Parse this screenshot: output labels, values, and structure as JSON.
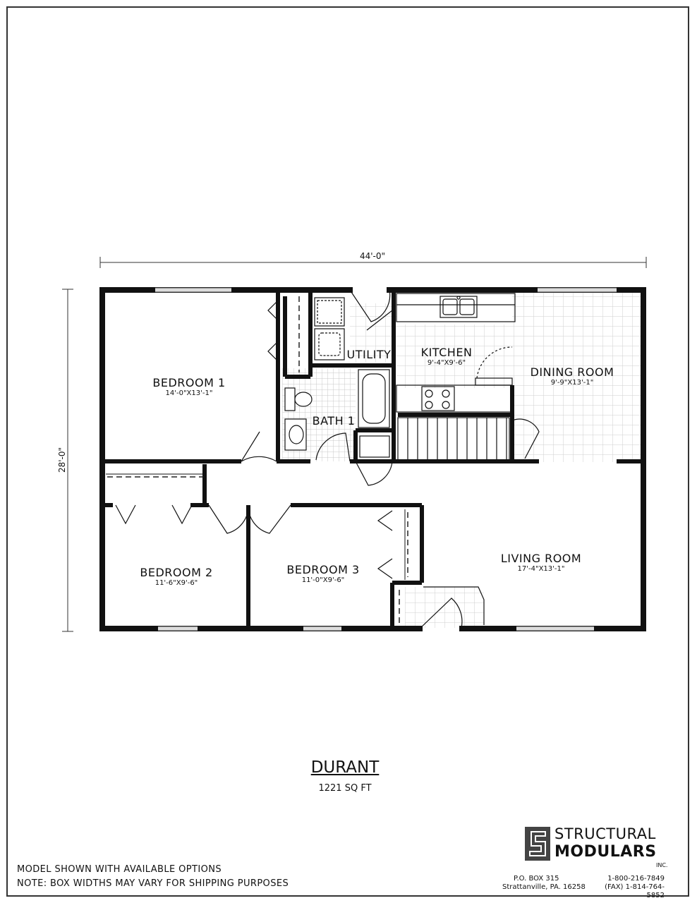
{
  "overall": {
    "width": "44'-0\"",
    "depth": "28'-0\""
  },
  "rooms": {
    "bedroom1": {
      "name": "BEDROOM 1",
      "dims": "14'-0\"X13'-1\""
    },
    "bedroom2": {
      "name": "BEDROOM 2",
      "dims": "11'-6\"X9'-6\""
    },
    "bedroom3": {
      "name": "BEDROOM 3",
      "dims": "11'-0\"X9'-6\""
    },
    "bath1": {
      "name": "BATH 1"
    },
    "utility": {
      "name": "UTILITY"
    },
    "kitchen": {
      "name": "KITCHEN",
      "dims": "9'-4\"X9'-6\""
    },
    "dining": {
      "name": "DINING ROOM",
      "dims": "9'-9\"X13'-1\""
    },
    "living": {
      "name": "LIVING ROOM",
      "dims": "17'-4\"X13'-1\""
    }
  },
  "model": {
    "name": "DURANT",
    "area": "1221 SQ FT"
  },
  "notes": {
    "line1": "MODEL SHOWN WITH AVAILABLE OPTIONS",
    "line2": "NOTE: BOX WIDTHS MAY VARY FOR SHIPPING PURPOSES"
  },
  "company": {
    "line1": "STRUCTURAL",
    "line2": "MODULARS",
    "inc": "INC.",
    "po_box": "P.O. BOX 315",
    "city": "Strattanville, PA. 16258",
    "phone": "1-800-216-7849",
    "fax": "(FAX) 1-814-764-5852"
  }
}
